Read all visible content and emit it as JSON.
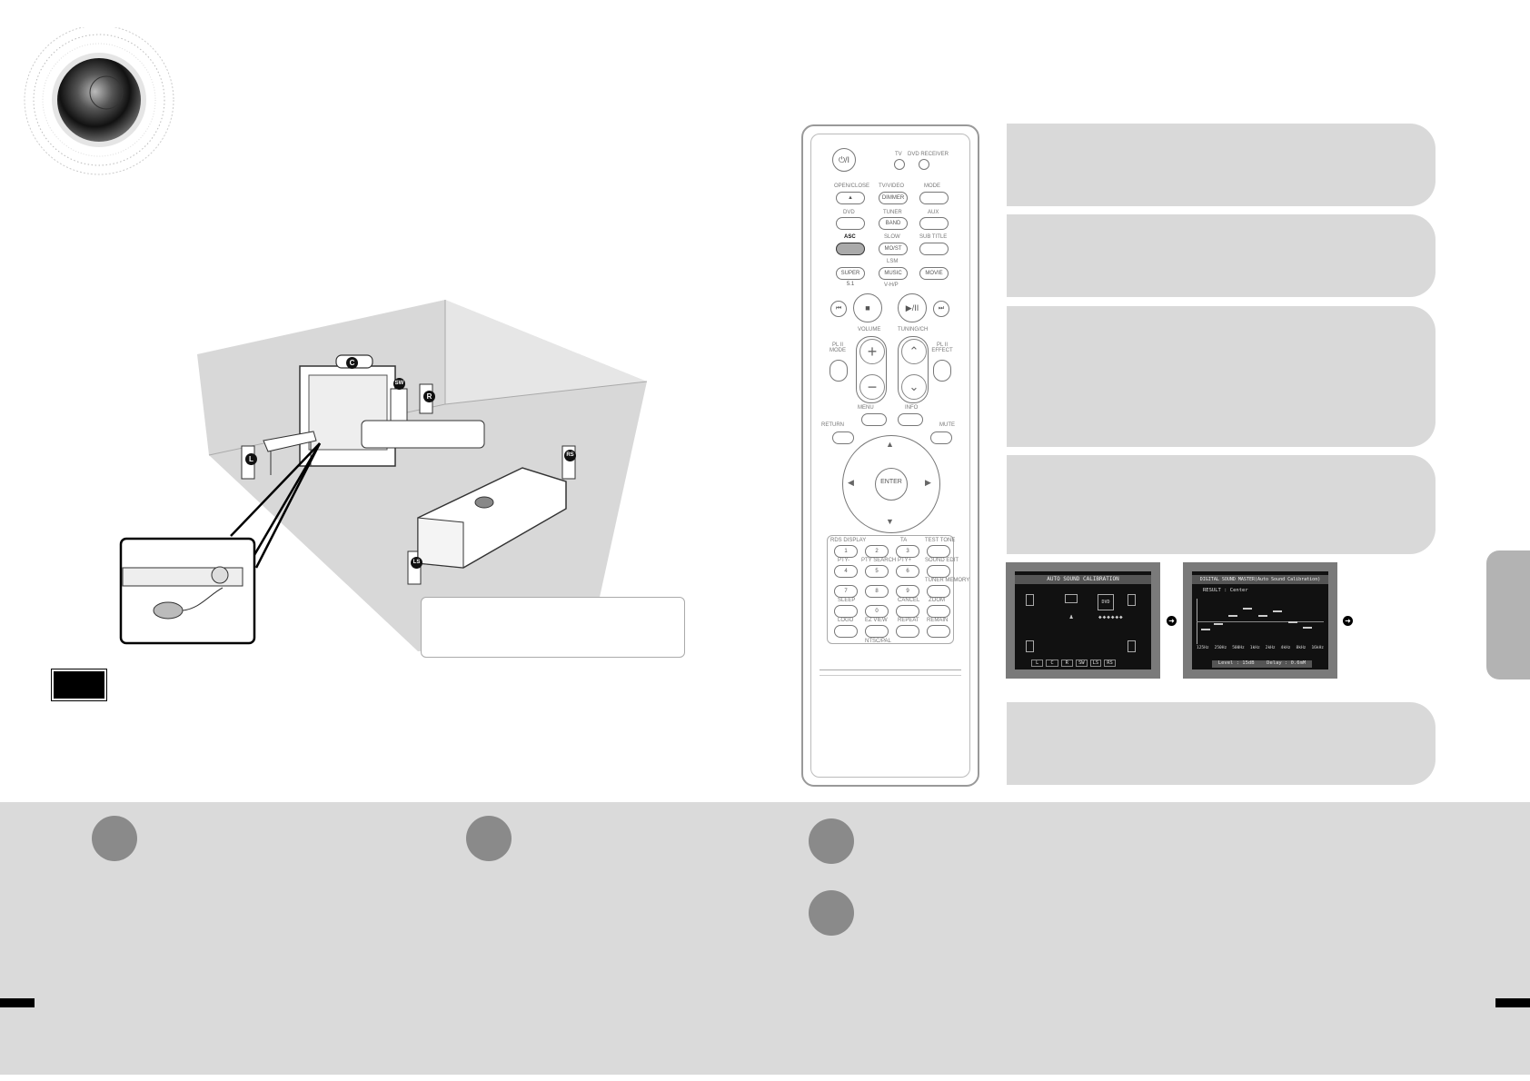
{
  "remote": {
    "power_label": "⏻/I",
    "tv_label": "TV",
    "dvd_receiver_label": "DVD RECEIVER",
    "open_close_label": "OPEN/CLOSE",
    "tv_video_label": "TV/VIDEO",
    "dimmer_label": "DIMMER",
    "mode_label": "MODE",
    "dvd_label": "DVD",
    "tuner_label": "TUNER",
    "band_label": "BAND",
    "aux_label": "AUX",
    "asc_label": "ASC",
    "slow_label": "SLOW",
    "mo_st_label": "MO/ST",
    "sub_title_label": "SUB TITLE",
    "lsm_label": "LSM",
    "super51_label": "SUPER 5.1",
    "music_label": "MUSIC",
    "movie_label": "MOVIE",
    "vhp_label": "V-H/P",
    "volume_label": "VOLUME",
    "tuning_label": "TUNING/CH",
    "pl2_mode_label": "PL II MODE",
    "pl2_effect_label": "PL II EFFECT",
    "menu_label": "MENU",
    "info_label": "INFO",
    "return_label": "RETURN",
    "mute_label": "MUTE",
    "enter_label": "ENTER",
    "rds_display_label": "RDS DISPLAY",
    "ta_label": "TA",
    "test_tone_label": "TEST TONE",
    "pty_minus_label": "PTY-",
    "pty_search_label": "PTY SEARCH",
    "pty_plus_label": "PTY+",
    "sound_edit_label": "SOUND EDIT",
    "tuner_memory_label": "TUNER MEMORY",
    "sleep_label": "SLEEP",
    "cancel_label": "CANCEL",
    "zoom_label": "ZOOM",
    "logo_label": "LOGO",
    "ez_view_label": "EZ VIEW",
    "repeat_label": "REPEAT",
    "remain_label": "REMAIN",
    "ntsc_pal_label": "NTSC/PAL",
    "digits": [
      "1",
      "2",
      "3",
      "4",
      "5",
      "6",
      "7",
      "8",
      "9",
      "0"
    ]
  },
  "room": {
    "speaker_center": "C",
    "speaker_sw": "SW",
    "speaker_right": "R",
    "speaker_left": "L",
    "speaker_rs": "RS",
    "speaker_ls": "LS"
  },
  "screen1": {
    "title": "AUTO SOUND CALIBRATION",
    "center_label": "DVD",
    "footer": [
      "L",
      "C",
      "R",
      "SW",
      "LS",
      "RS"
    ]
  },
  "screen2": {
    "title": "DIGITAL SOUND MASTER(Auto Sound Calibration)",
    "result": "RESULT : Center",
    "freqs": [
      "125Hz",
      "250Hz",
      "500Hz",
      "1kHz",
      "2kHz",
      "4kHz",
      "8kHz",
      "16kHz"
    ],
    "footer": [
      "Level : 15dB",
      "Delay : 0.6mM"
    ]
  },
  "colors": {
    "box_gray": "#d9d9d9",
    "band_gray": "#dadada",
    "circle_gray": "#8a8a8a"
  }
}
